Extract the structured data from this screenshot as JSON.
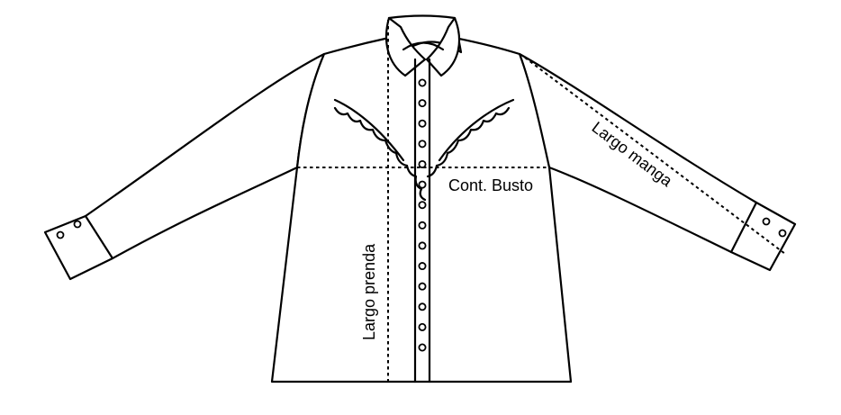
{
  "diagram": {
    "labels": {
      "bust": "Cont. Busto",
      "length": "Largo prenda",
      "sleeve": "Largo manga"
    },
    "colors": {
      "line": "#000000",
      "fill": "#ffffff"
    },
    "placket_button_count": 14,
    "cuff_button_count": 2
  }
}
